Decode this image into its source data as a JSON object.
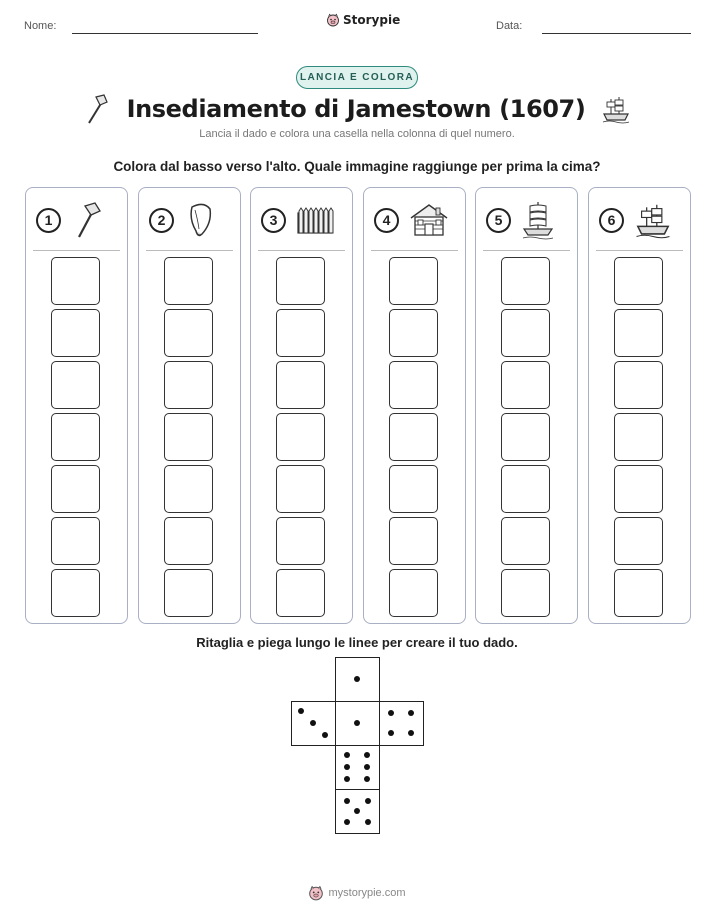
{
  "header": {
    "name_label": "Nome:",
    "date_label": "Data:",
    "brand": "Storypie"
  },
  "badge": "LANCIA E COLORA",
  "title": "Insediamento di Jamestown (1607)",
  "subtitle": "Lancia il dado e colora una casella nella colonna di quel numero.",
  "instruction_grid": "Colora dal basso verso l'alto. Quale immagine raggiunge per prima la cima?",
  "columns": [
    {
      "number": "1",
      "icon": "axe-icon"
    },
    {
      "number": "2",
      "icon": "seed-icon"
    },
    {
      "number": "3",
      "icon": "palisade-fence-icon"
    },
    {
      "number": "4",
      "icon": "log-cabin-icon"
    },
    {
      "number": "5",
      "icon": "sailboat-icon"
    },
    {
      "number": "6",
      "icon": "tall-ship-icon"
    }
  ],
  "cells_per_column": 7,
  "instruction_dice": "Ritaglia e piega lungo le linee per creare il tuo dado.",
  "dice_faces": [
    1,
    3,
    1,
    4,
    6,
    5
  ],
  "footer": "mystorypie.com"
}
